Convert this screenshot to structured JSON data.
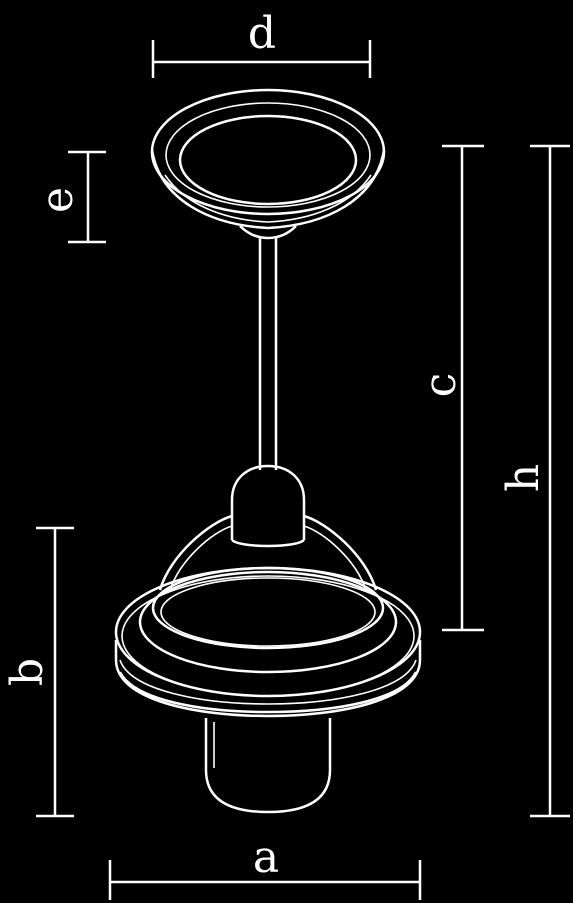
{
  "diagram": {
    "background_color": "#000000",
    "line_color": "#ffffff",
    "dimensions": {
      "a": "a",
      "b": "b",
      "c": "c",
      "d": "d",
      "e": "e",
      "h": "h"
    }
  }
}
